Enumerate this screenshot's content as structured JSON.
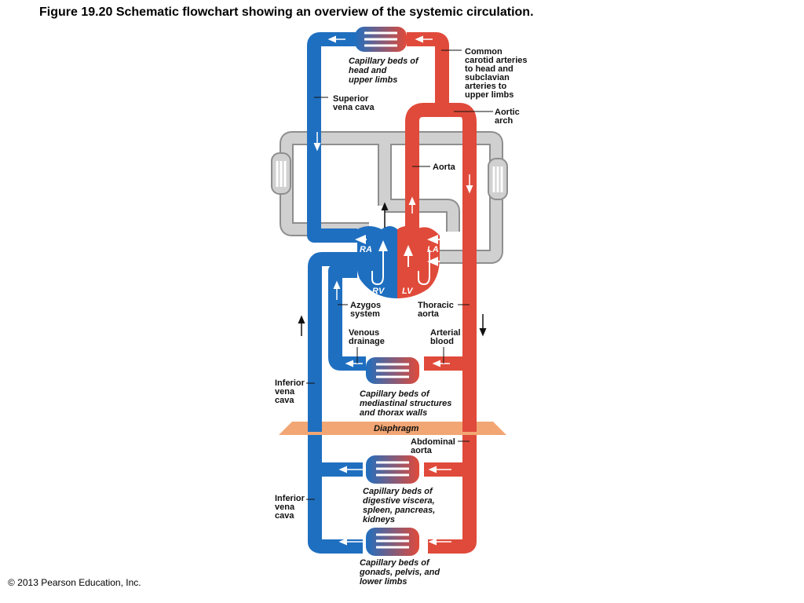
{
  "title": "Figure 19.20  Schematic flowchart showing an overview of the systemic circulation.",
  "copyright": "© 2013 Pearson Education, Inc.",
  "colors": {
    "venous": "#1f6fc0",
    "arterial": "#e04a3a",
    "pulmonary": "#c8c8c8",
    "diaphragm": "#f2a674"
  },
  "labels": {
    "capillary_head": [
      "Capillary beds of",
      "head and",
      "upper limbs"
    ],
    "common_carotid": [
      "Common",
      "carotid arteries",
      "to head and",
      "subclavian",
      "arteries to",
      "upper limbs"
    ],
    "superior_vena_cava": [
      "Superior",
      "vena cava"
    ],
    "aortic_arch": [
      "Aortic",
      "arch"
    ],
    "aorta": [
      "Aorta"
    ],
    "azygos": [
      "Azygos",
      "system"
    ],
    "thoracic_aorta": [
      "Thoracic",
      "aorta"
    ],
    "venous_drainage": [
      "Venous",
      "drainage"
    ],
    "arterial_blood": [
      "Arterial",
      "blood"
    ],
    "inferior_vena_cava_1": [
      "Inferior",
      "vena",
      "cava"
    ],
    "capillary_mediastinal": [
      "Capillary beds of",
      "mediastinal structures",
      "and thorax walls"
    ],
    "diaphragm": "Diaphragm",
    "abdominal_aorta": [
      "Abdominal",
      "aorta"
    ],
    "inferior_vena_cava_2": [
      "Inferior",
      "vena",
      "cava"
    ],
    "capillary_digestive": [
      "Capillary beds of",
      "digestive viscera,",
      "spleen, pancreas,",
      "kidneys"
    ],
    "capillary_lower": [
      "Capillary beds of",
      "gonads, pelvis, and",
      "lower limbs"
    ],
    "ra": "RA",
    "la": "LA",
    "rv": "RV",
    "lv": "LV"
  }
}
